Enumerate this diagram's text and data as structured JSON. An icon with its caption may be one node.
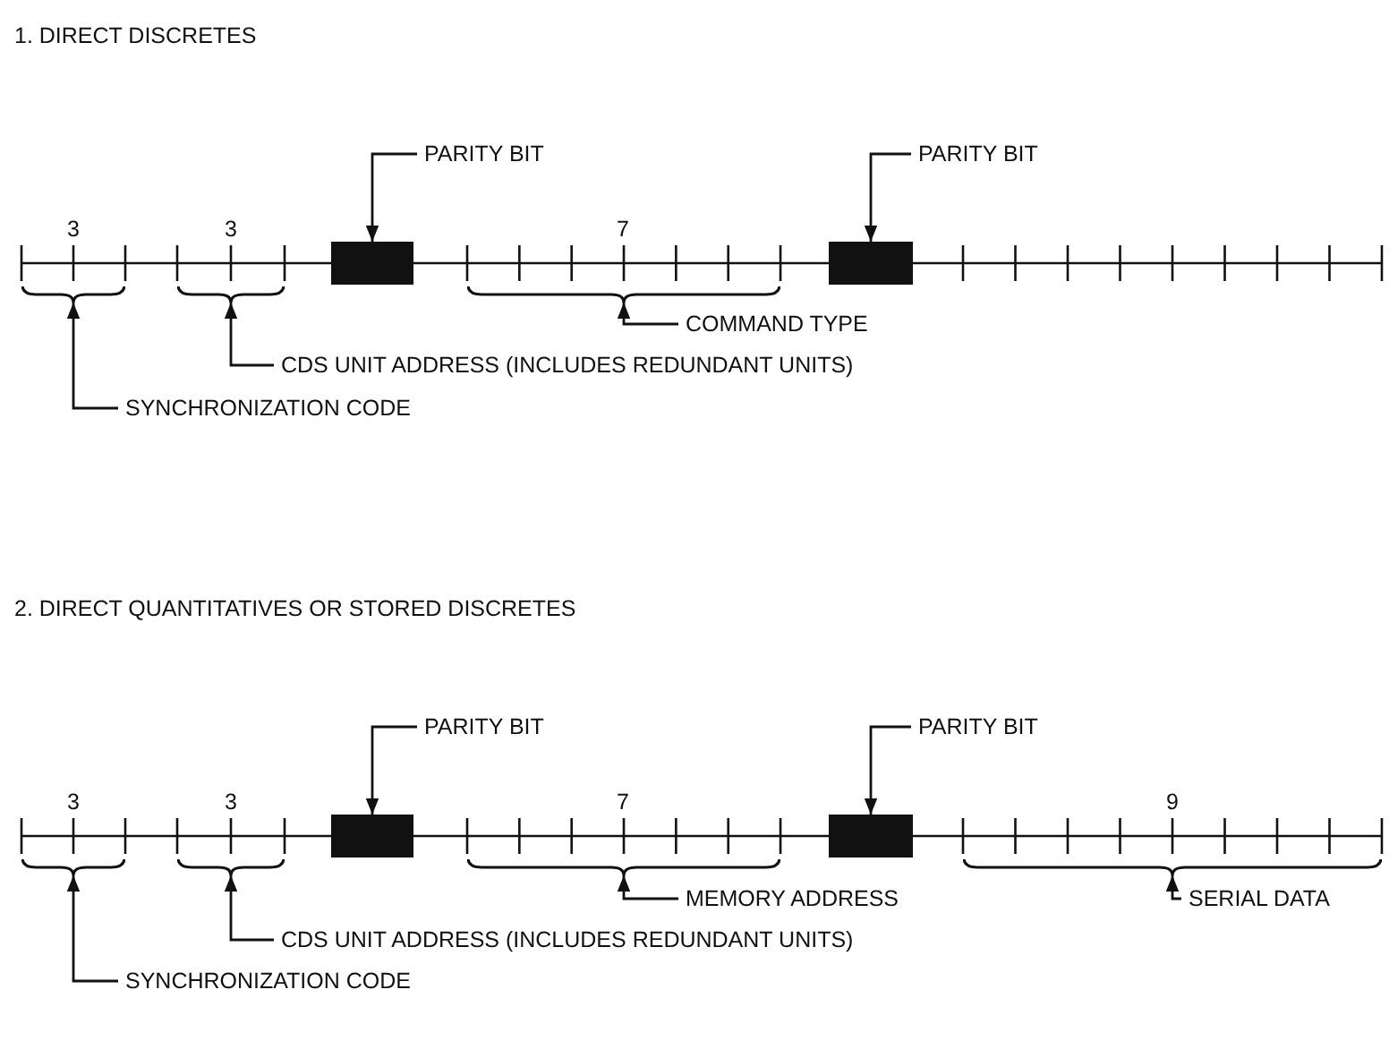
{
  "diagram": {
    "nodes": [
      {
        "text": [
          "PARITY BIT"
        ]
      },
      {
        "text": [],
        "shape": "box"
      },
      {
        "text": [
          "PARITY BIT"
        ]
      },
      {
        "text": [],
        "shape": "box"
      },
      {
        "text": [],
        "shape": "brace"
      },
      {
        "text": [],
        "shape": "brace"
      },
      {
        "text": [],
        "shape": "brace"
      },
      {
        "text": [
          "COMMAND TYPE"
        ]
      },
      {
        "text": [
          "CDS UNIT ADDRESS (INCLUDES REDUNDANT UNITS)"
        ]
      },
      {
        "text": [
          "SYNCHRONIZATION CODE"
        ]
      },
      {
        "text": [
          "PARITY BIT"
        ]
      },
      {
        "text": [],
        "shape": "box"
      },
      {
        "text": [
          "PARITY BIT"
        ]
      },
      {
        "text": [],
        "shape": "box"
      },
      {
        "text": [],
        "shape": "brace"
      },
      {
        "text": [],
        "shape": "brace"
      },
      {
        "text": [],
        "shape": "brace"
      },
      {
        "text": [],
        "shape": "brace"
      },
      {
        "text": [
          "MEMORY ADDRESS"
        ]
      },
      {
        "text": [
          "SERIAL DATA"
        ]
      },
      {
        "text": [
          "CDS UNIT ADDRESS (INCLUDES REDUNDANT UNITS)"
        ]
      },
      {
        "text": [
          "SYNCHRONIZATION CODE"
        ]
      }
    ],
    "edges": [
      {
        "from": 0,
        "to": 1,
        "arrow": "to"
      },
      {
        "from": 2,
        "to": 3,
        "arrow": "to"
      },
      {
        "from": 7,
        "to": 6,
        "arrow": "to"
      },
      {
        "from": 8,
        "to": 5,
        "arrow": "to"
      },
      {
        "from": 9,
        "to": 4,
        "arrow": "to"
      },
      {
        "from": 10,
        "to": 11,
        "arrow": "to"
      },
      {
        "from": 12,
        "to": 13,
        "arrow": "to"
      },
      {
        "from": 18,
        "to": 16,
        "arrow": "to"
      },
      {
        "from": 19,
        "to": 17,
        "arrow": "to"
      },
      {
        "from": 20,
        "to": 15,
        "arrow": "to"
      },
      {
        "from": 21,
        "to": 14,
        "arrow": "to"
      }
    ],
    "labels": [
      "1. DIRECT DISCRETES",
      "3",
      "3",
      "7",
      "2. DIRECT QUANTITATIVES OR STORED DISCRETES",
      "3",
      "3",
      "7",
      "9"
    ]
  }
}
